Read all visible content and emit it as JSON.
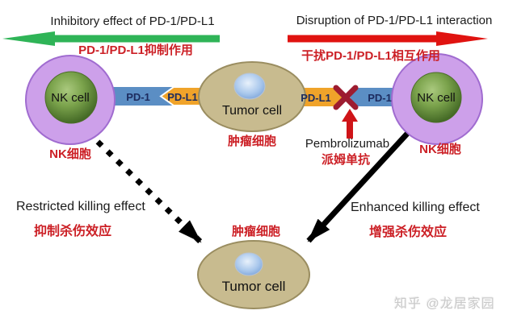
{
  "top_left": {
    "title": "Inhibitory effect of PD-1/PD-L1",
    "subtitle_cn": "PD-1/PD-L1抑制作用"
  },
  "top_right": {
    "title": "Disruption of PD-1/PD-L1 interaction",
    "subtitle_cn": "干扰PD-1/PD-L1相互作用"
  },
  "cells": {
    "nk_left": {
      "label": "NK cell",
      "label_cn": "NK细胞"
    },
    "nk_right": {
      "label": "NK cell",
      "label_cn": "NK细胞"
    },
    "tumor_center": {
      "label": "Tumor cell",
      "label_cn": "肿瘤细胞"
    },
    "tumor_bottom": {
      "label": "Tumor cell",
      "label_cn": "肿瘤细胞"
    }
  },
  "receptors": {
    "pd1_left": "PD-1",
    "pdl1_left": "PD-L1",
    "pdl1_right": "PD-L1",
    "pd1_right": "PD-1"
  },
  "drug": {
    "name": "Pembrolizumab",
    "name_cn": "派姆单抗"
  },
  "effects": {
    "restricted": {
      "label": "Restricted killing effect",
      "label_cn": "抑制杀伤效应"
    },
    "enhanced": {
      "label": "Enhanced killing effect",
      "label_cn": "增强杀伤效应"
    }
  },
  "watermark": "知乎 @龙居家园",
  "colors": {
    "inhibition_arrow_green": "#2fb457",
    "disruption_arrow_red": "#e01310",
    "pd1_blue": "#5b8ec4",
    "pdl1_orange": "#f0a32a",
    "nk_outer_purple": "#cda0ea",
    "nk_inner_green": "#6f9c3f",
    "tumor_fill_tan": "#c8bb8f",
    "nucleus_blue": "#7fa8dc",
    "chinese_text_red": "#cc2026",
    "blocked_x_red": "#9d1c30",
    "drug_arrow_red": "#cf1418",
    "receptor_label_navy": "#1c2b5e",
    "watermark_gray": "#c9c9c9"
  }
}
